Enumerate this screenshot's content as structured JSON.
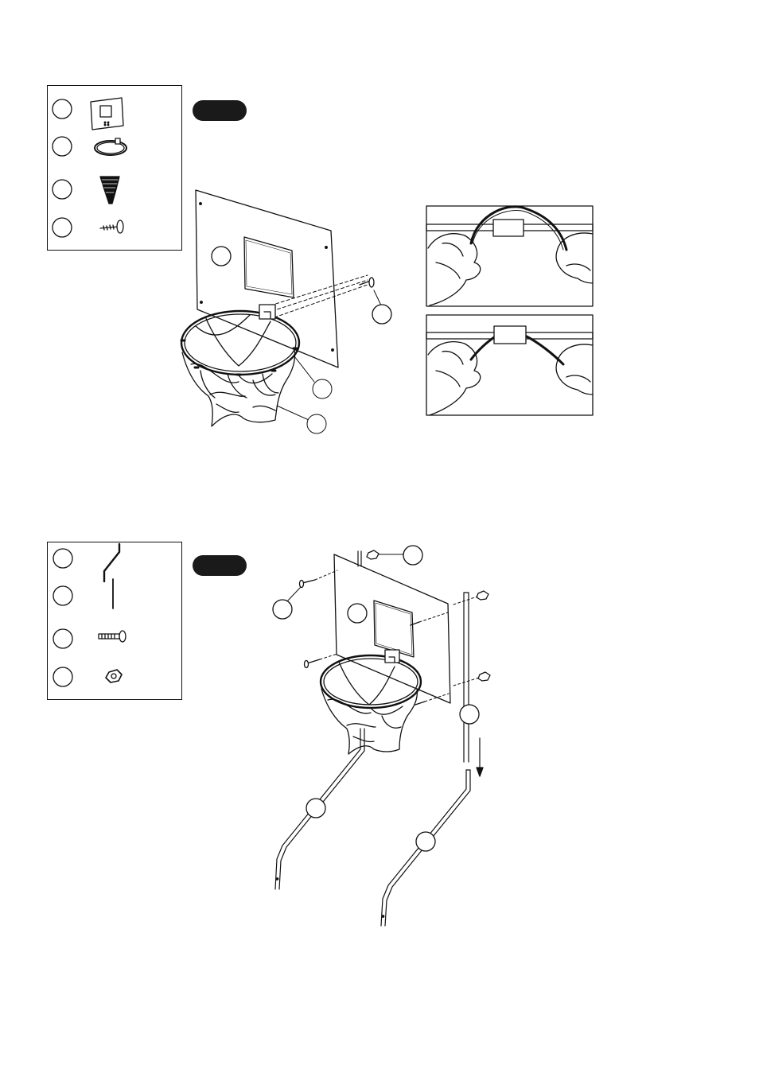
{
  "step1": {
    "parts": [
      {
        "id": "backboard",
        "icon": "backboard-icon"
      },
      {
        "id": "rim",
        "icon": "rim-icon"
      },
      {
        "id": "net",
        "icon": "net-icon"
      },
      {
        "id": "screw",
        "icon": "screw-icon"
      }
    ],
    "callouts": [
      "backboard",
      "screw",
      "rim",
      "net"
    ],
    "detail_panels": [
      "net-hook-open",
      "net-hook-closed"
    ]
  },
  "step2": {
    "parts": [
      {
        "id": "bent-pole",
        "icon": "bent-pole-icon"
      },
      {
        "id": "straight-pole",
        "icon": "straight-pole-icon"
      },
      {
        "id": "bolt",
        "icon": "bolt-icon"
      },
      {
        "id": "nut",
        "icon": "hex-nut-icon"
      }
    ],
    "callouts": [
      "nut",
      "bolt",
      "backboard",
      "straight-pole",
      "bent-pole-left",
      "bent-pole-right"
    ]
  },
  "colors": {
    "ink": "#111111",
    "pill": "#1a1a1a",
    "background": "#ffffff"
  }
}
